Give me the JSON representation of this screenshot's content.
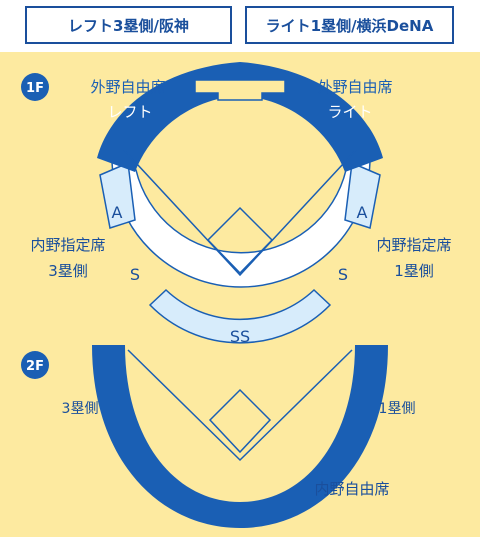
{
  "tabs": {
    "left": "レフト3塁側/阪神",
    "right": "ライト1塁側/横浜DeNA"
  },
  "floor1": {
    "badge": "1F",
    "outfield_left_line1": "外野自由席",
    "outfield_left_line2": "レフト",
    "outfield_right_line1": "外野自由席",
    "outfield_right_line2": "ライト",
    "seat_a_left": "A",
    "seat_a_right": "A",
    "seat_s_left": "S",
    "seat_s_right": "S",
    "seat_ss": "SS",
    "infield_left_line1": "内野指定席",
    "infield_left_line2": "3塁側",
    "infield_right_line1": "内野指定席",
    "infield_right_line2": "1塁側"
  },
  "floor2": {
    "badge": "2F",
    "left_side": "3塁側",
    "right_side": "1塁側",
    "bottom": "内野自由席"
  },
  "colors": {
    "dark_blue": "#1a5fb4",
    "light_blue": "#d7ecfb",
    "background": "#fdeaa0",
    "tab_border": "#1a4f9c"
  }
}
